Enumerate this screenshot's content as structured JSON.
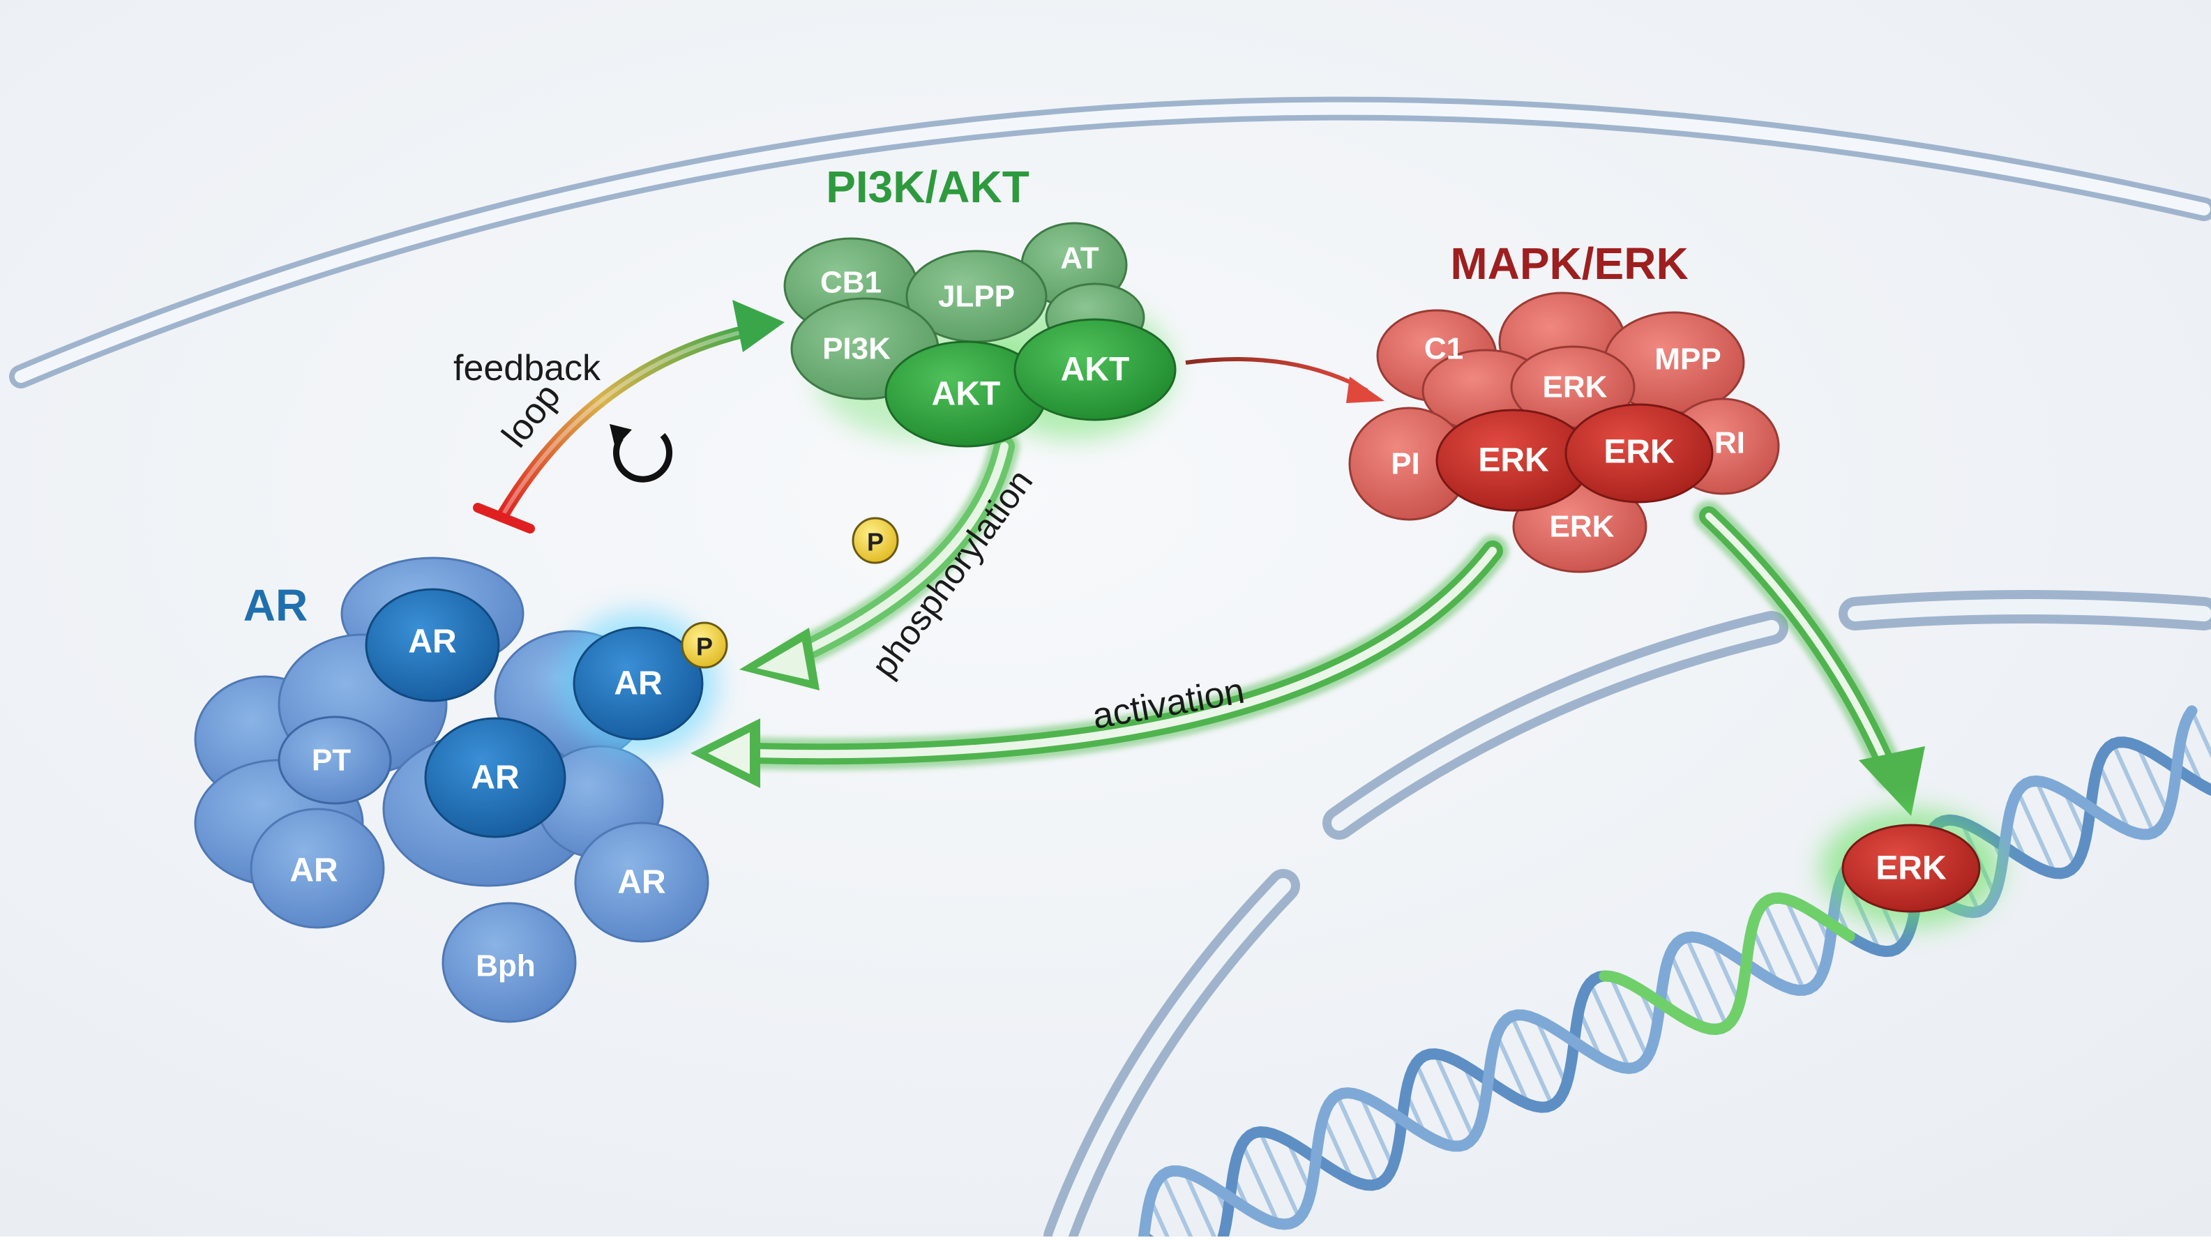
{
  "colors": {
    "pi3k_green": "#2e9a3e",
    "mapk_red": "#9e1f1f",
    "ar_blue": "#1f6fae",
    "phospho_yellow": "#f4d03f",
    "inhibit_red": "#e02020"
  },
  "groups": {
    "pi3k_akt": {
      "title": "PI3K/AKT",
      "proteins": [
        "CB1",
        "JLPP",
        "AT",
        "PI3K",
        "AKT",
        "AKT"
      ]
    },
    "mapk_erk": {
      "title": "MAPK/ERK",
      "proteins": [
        "C1",
        "ERK",
        "MPP",
        "PI",
        "ERK",
        "ERK",
        "RI",
        "ERK"
      ]
    },
    "ar": {
      "title": "AR",
      "proteins": [
        "AR",
        "AR",
        "PT",
        "AR",
        "AR",
        "AR",
        "Bph"
      ]
    }
  },
  "arrows": {
    "feedback": "feedback",
    "loop": "loop",
    "phosphorylation": "phosphorylation",
    "activation": "activation"
  },
  "phospho_badge": "P",
  "nuclear_erk": "ERK",
  "icons": [
    "cycle-icon",
    "phospho-badge"
  ]
}
